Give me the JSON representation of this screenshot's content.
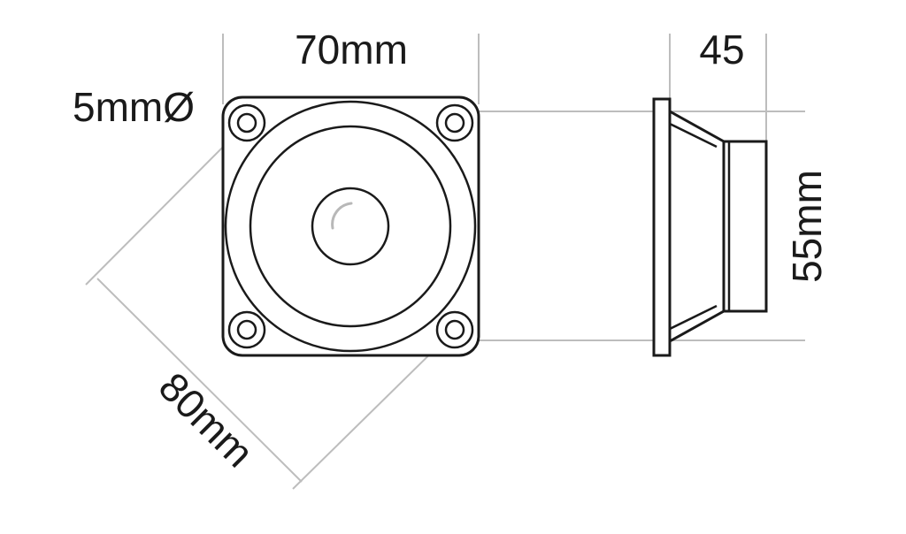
{
  "dimensions": {
    "width": "70mm",
    "depth": "45",
    "height": "55mm",
    "diagonal": "80mm",
    "hole": "5mmØ"
  },
  "colors": {
    "line": "#1a1a1a",
    "dimension_line": "#bdbdbd",
    "background": "#ffffff"
  }
}
